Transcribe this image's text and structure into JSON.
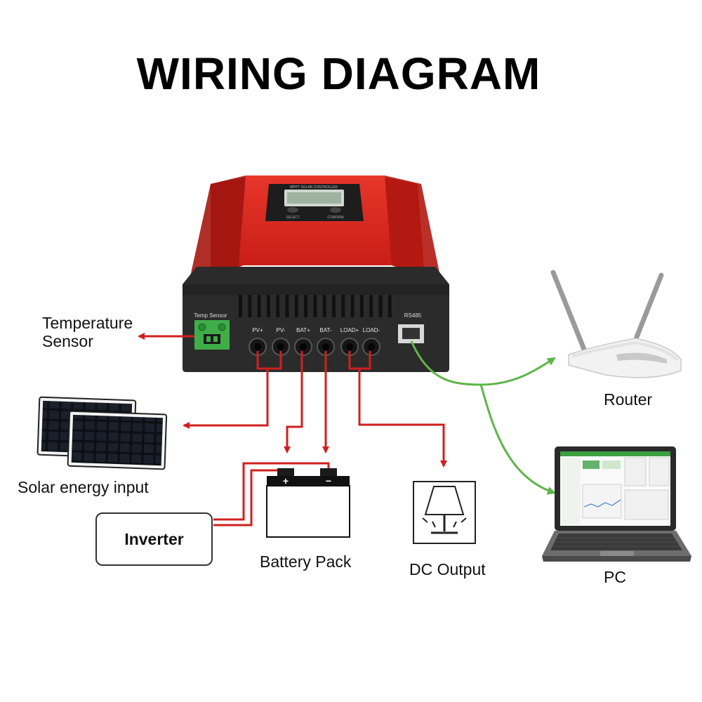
{
  "title": "WIRING DIAGRAM",
  "controller": {
    "panel_label": "MPPT SOLAR CONTROLLER",
    "button_left": "SELECT",
    "button_right": "CONFIRM",
    "temp_sensor_label": "Temp Sensor",
    "rs485_label": "RS485",
    "terminals": [
      "PV+",
      "PV-",
      "BAT+",
      "BAT-",
      "LOAD+",
      "LOAD-"
    ],
    "body_color": "#d9261c",
    "front_color": "#2b2b2b"
  },
  "labels": {
    "temperature_sensor": "Temperature Sensor",
    "solar": "Solar energy input",
    "inverter": "Inverter",
    "battery": "Battery Pack",
    "dc_output": "DC Output",
    "router": "Router",
    "pc": "PC"
  },
  "battery": {
    "plus": "+",
    "minus": "−"
  },
  "colors": {
    "power_wire": "#d11f1f",
    "data_wire": "#5fb548",
    "terminal_green": "#3fae49"
  },
  "icons": [
    "solar-panel-icon",
    "battery-icon",
    "lamp-icon",
    "router-icon",
    "laptop-icon"
  ]
}
